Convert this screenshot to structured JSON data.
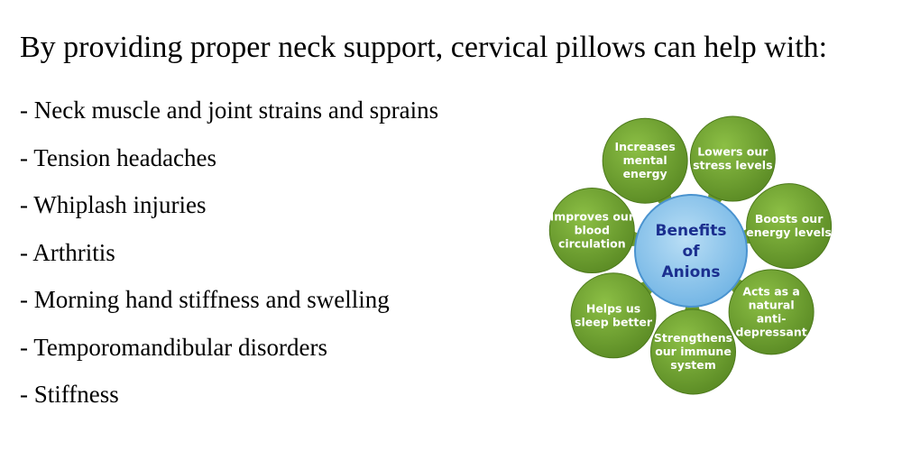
{
  "headline": "By providing proper neck support, cervical pillows can help with:",
  "bullets": [
    "- Neck muscle and joint strains and sprains",
    "- Tension headaches",
    "- Whiplash injuries",
    "- Arthritis",
    "- Morning hand stiffness and swelling",
    "- Temporomandibular disorders",
    "- Stiffness"
  ],
  "diagram": {
    "center": [
      "Benefits",
      "of",
      "Anions"
    ],
    "petals": [
      [
        "Increases",
        "mental",
        "energy"
      ],
      [
        "Lowers our",
        "stress levels"
      ],
      [
        "Boosts our",
        "energy levels"
      ],
      [
        "Acts as a",
        "natural",
        "anti-",
        "depressant"
      ],
      [
        "Strengthens",
        "our immune",
        "system"
      ],
      [
        "Helps us",
        "sleep better"
      ],
      [
        "Improves our",
        "blood",
        "circulation"
      ]
    ],
    "colors": {
      "petal_fill": "#6b9a2e",
      "petal_edge": "#4d7a1c",
      "center_fill": "#8fc6ea",
      "center_edge": "#4a93cf",
      "center_text": "#1b2f8f"
    }
  }
}
